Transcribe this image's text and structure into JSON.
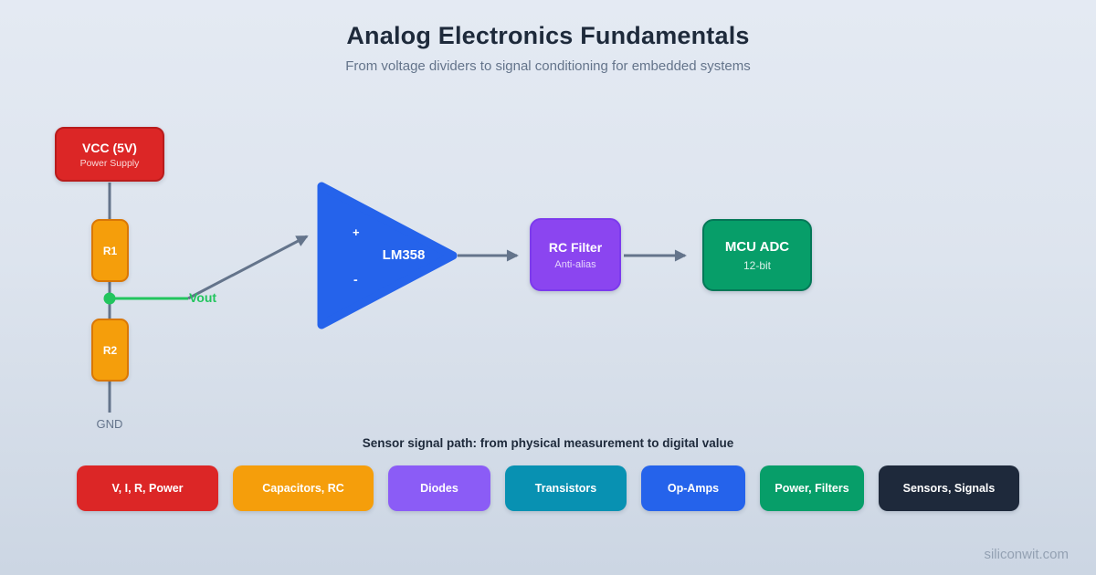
{
  "header": {
    "title": "Analog Electronics Fundamentals",
    "subtitle": "From voltage dividers to signal conditioning for embedded systems"
  },
  "circuit": {
    "vcc": {
      "title": "VCC (5V)",
      "subtitle": "Power Supply",
      "color": "#dc2626"
    },
    "r1": {
      "label": "R1",
      "color": "#f59e0b"
    },
    "r2": {
      "label": "R2",
      "color": "#f59e0b"
    },
    "gnd_label": "GND",
    "vout_label": "Vout",
    "opamp": {
      "label": "LM358",
      "plus": "+",
      "minus": "-",
      "color": "#2563eb"
    },
    "rc_filter": {
      "title": "RC Filter",
      "subtitle": "Anti-alias",
      "color": "#8b45f0"
    },
    "mcu_adc": {
      "title": "MCU ADC",
      "subtitle": "12-bit",
      "color": "#079e69"
    },
    "wire_color": "#64748b",
    "vout_color": "#22c55e"
  },
  "caption": "Sensor signal path: from physical measurement to digital value",
  "chips": [
    {
      "label": "V, I, R, Power",
      "color": "#dc2626"
    },
    {
      "label": "Capacitors, RC",
      "color": "#f59e0b"
    },
    {
      "label": "Diodes",
      "color": "#8b5cf6"
    },
    {
      "label": "Transistors",
      "color": "#0891b2"
    },
    {
      "label": "Op-Amps",
      "color": "#2563eb"
    },
    {
      "label": "Power, Filters",
      "color": "#079e69"
    },
    {
      "label": "Sensors, Signals",
      "color": "#1e293b"
    }
  ],
  "watermark": "siliconwit.com"
}
